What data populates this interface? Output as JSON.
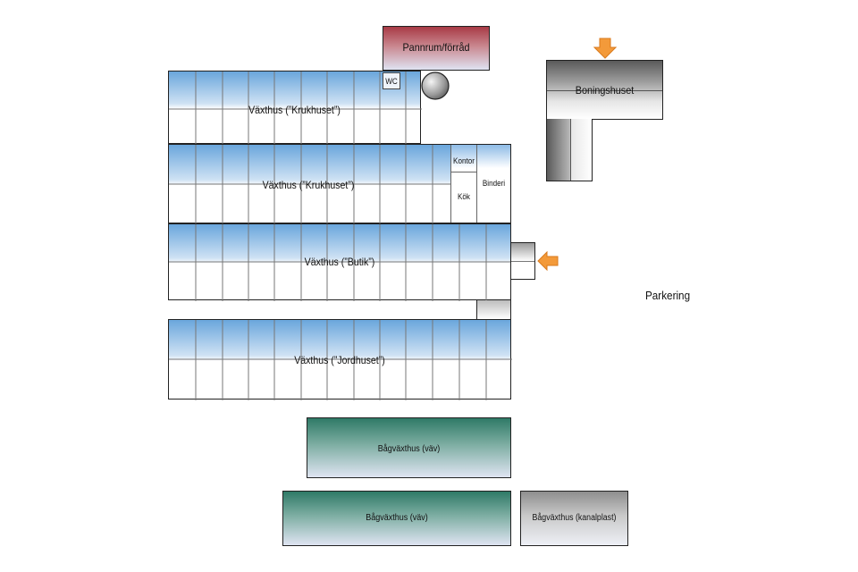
{
  "labels": {
    "pannrum": "Pannrum/förråd",
    "wc": "WC",
    "boningshuset": "Boningshuset",
    "krukhuset1": "Växthus (”Krukhuset”)",
    "krukhuset2": "Växthus (”Krukhuset”)",
    "kontor": "Kontor",
    "kok": "Kök",
    "binderi": "Binderi",
    "butik": "Växthus (”Butik”)",
    "jordhuset": "Växthus (”Jordhuset”)",
    "parkering": "Parkering",
    "bag1": "Bågväxthus (väv)",
    "bag2": "Bågväxthus (väv)",
    "bag3": "Bågväxthus (kanalplast)"
  },
  "icons": {
    "entrance_top": "arrow-down-icon",
    "entrance_side": "arrow-left-icon",
    "tank": "circle-tank-icon"
  },
  "colors": {
    "greenhouse_top": "#6aa6dc",
    "boiler_top": "#a83a45",
    "boiler_bottom": "#dfe3f2",
    "house_dark": "#5a5a5a",
    "arc_green": "#2f7a67",
    "arc_light": "#dfe4f2",
    "arrow": "#f39a3a"
  }
}
